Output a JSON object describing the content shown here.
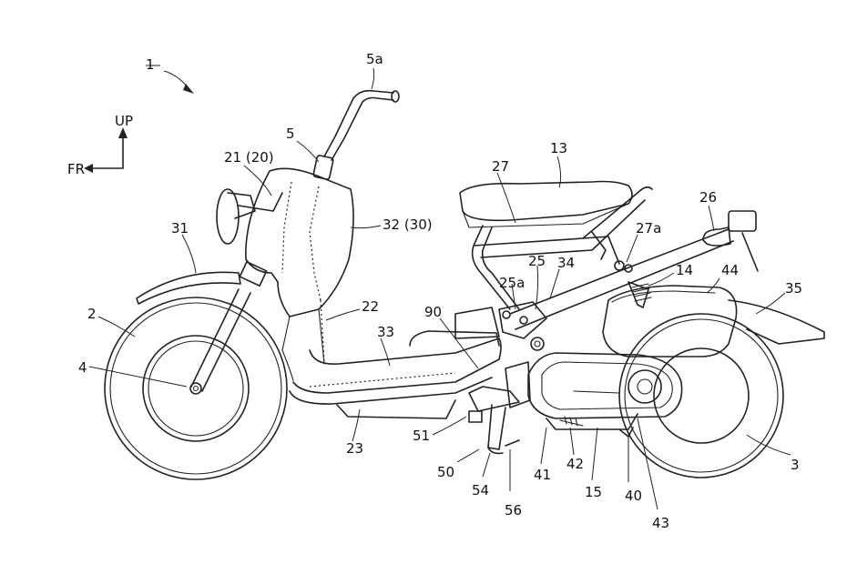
{
  "figure": {
    "reference_numeral": "1",
    "direction": {
      "up": "UP",
      "front": "FR"
    }
  },
  "labels": [
    {
      "id": "5a",
      "text": "5a"
    },
    {
      "id": "5",
      "text": "5"
    },
    {
      "id": "21",
      "text": "21 (20)"
    },
    {
      "id": "32",
      "text": "32 (30)"
    },
    {
      "id": "31",
      "text": "31"
    },
    {
      "id": "2",
      "text": "2"
    },
    {
      "id": "4",
      "text": "4"
    },
    {
      "id": "22",
      "text": "22"
    },
    {
      "id": "33",
      "text": "33"
    },
    {
      "id": "23",
      "text": "23"
    },
    {
      "id": "13",
      "text": "13"
    },
    {
      "id": "27",
      "text": "27"
    },
    {
      "id": "27a",
      "text": "27a"
    },
    {
      "id": "26",
      "text": "26"
    },
    {
      "id": "25",
      "text": "25"
    },
    {
      "id": "25a",
      "text": "25a"
    },
    {
      "id": "34",
      "text": "34"
    },
    {
      "id": "14",
      "text": "14"
    },
    {
      "id": "44",
      "text": "44"
    },
    {
      "id": "35",
      "text": "35"
    },
    {
      "id": "90",
      "text": "90"
    },
    {
      "id": "51",
      "text": "51"
    },
    {
      "id": "50",
      "text": "50"
    },
    {
      "id": "54",
      "text": "54"
    },
    {
      "id": "56",
      "text": "56"
    },
    {
      "id": "41",
      "text": "41"
    },
    {
      "id": "42",
      "text": "42"
    },
    {
      "id": "15",
      "text": "15"
    },
    {
      "id": "40",
      "text": "40"
    },
    {
      "id": "43",
      "text": "43"
    },
    {
      "id": "3",
      "text": "3"
    }
  ]
}
